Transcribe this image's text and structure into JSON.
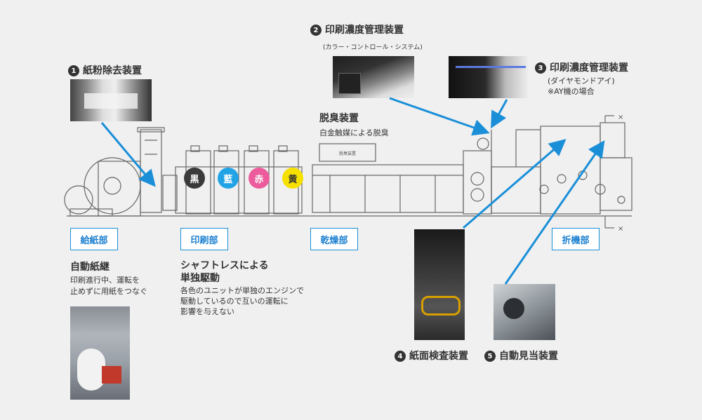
{
  "colors": {
    "accent": "#1a8fd8",
    "ink_black": "#3a3a3a",
    "ink_cyan": "#22a3e6",
    "ink_magenta": "#ec5b9c",
    "ink_yellow": "#f5e000"
  },
  "callouts": {
    "c1": {
      "num": "1",
      "title": "紙粉除去装置"
    },
    "c2": {
      "num": "2",
      "title": "印刷濃度管理装置",
      "sub": "(カラー・コントロール・システム)"
    },
    "c3": {
      "num": "3",
      "title": "印刷濃度管理装置",
      "sub": "(ダイヤモンドアイ)",
      "note": "※AY機の場合"
    },
    "c4": {
      "num": "4",
      "title": "紙面検査装置"
    },
    "c5": {
      "num": "5",
      "title": "自動見当装置"
    },
    "deodor": {
      "title": "脱臭装置",
      "sub": "白金触媒による脱臭"
    }
  },
  "inks": [
    "黒",
    "藍",
    "赤",
    "黄"
  ],
  "dryer_label": "脱臭装置",
  "sections": {
    "feed": "給紙部",
    "print": "印刷部",
    "dry": "乾燥部",
    "fold": "折機部"
  },
  "feed_desc": {
    "heading": "自動紙継",
    "body1": "印刷進行中、運転を",
    "body2": "止めずに用紙をつなぐ"
  },
  "print_desc": {
    "heading1": "シャフトレスによる",
    "heading2": "単独駆動",
    "body1": "各色のユニットが単独のエンジンで",
    "body2": "駆動しているので互いの運転に",
    "body3": "影響を与えない"
  },
  "fold_marks": [
    "×",
    "×"
  ]
}
